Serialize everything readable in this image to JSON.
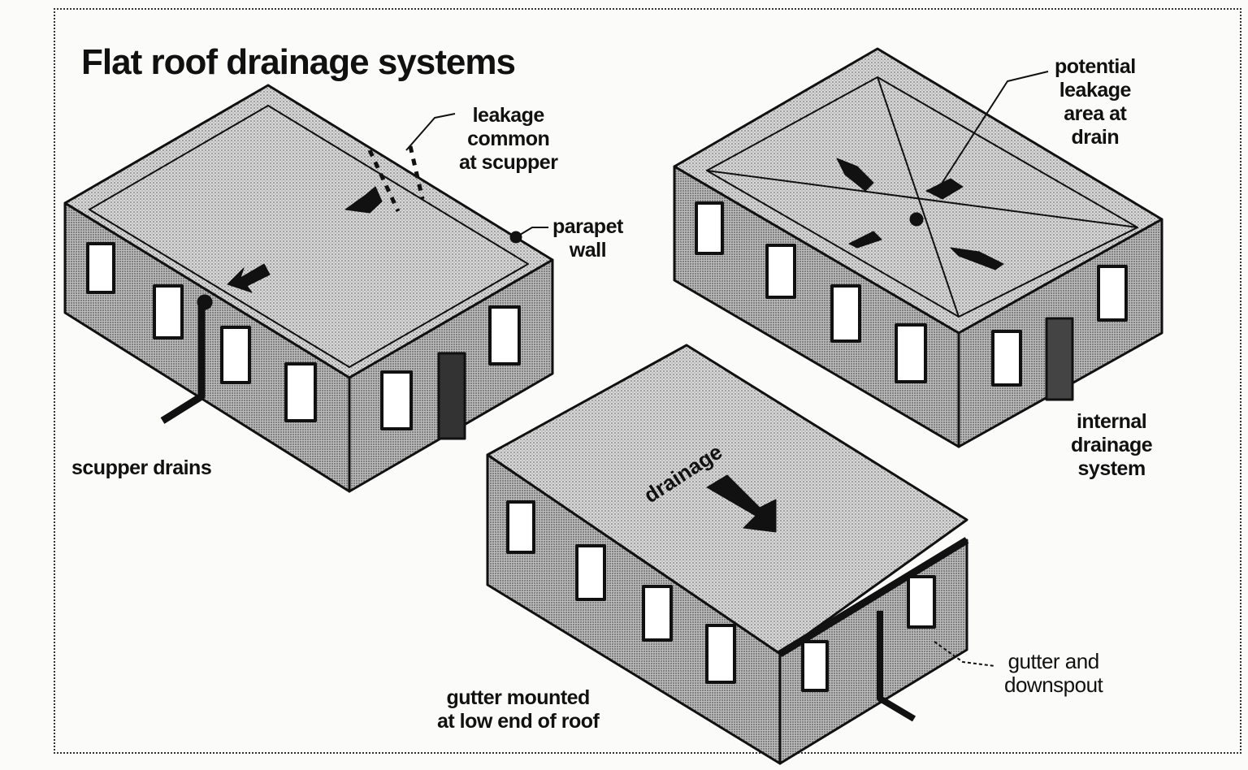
{
  "title": "Flat roof drainage systems",
  "labels": {
    "leakage_scupper": [
      "leakage",
      "common",
      "at scupper"
    ],
    "parapet": [
      "parapet",
      "wall"
    ],
    "scupper_drains": "scupper drains",
    "potential_leakage": [
      "potential",
      "leakage",
      "area at",
      "drain"
    ],
    "internal": [
      "internal",
      "drainage",
      "system"
    ],
    "roof_arrow_text": "drainage",
    "gutter_mounted": [
      "gutter mounted",
      "at low end of roof"
    ],
    "gutter_downspout": [
      "gutter and",
      "downspout"
    ]
  },
  "colors": {
    "ink": "#111111",
    "roof": "#cfcfcf",
    "wall": "#bdbdbd",
    "paper": "#fbfbfa"
  }
}
